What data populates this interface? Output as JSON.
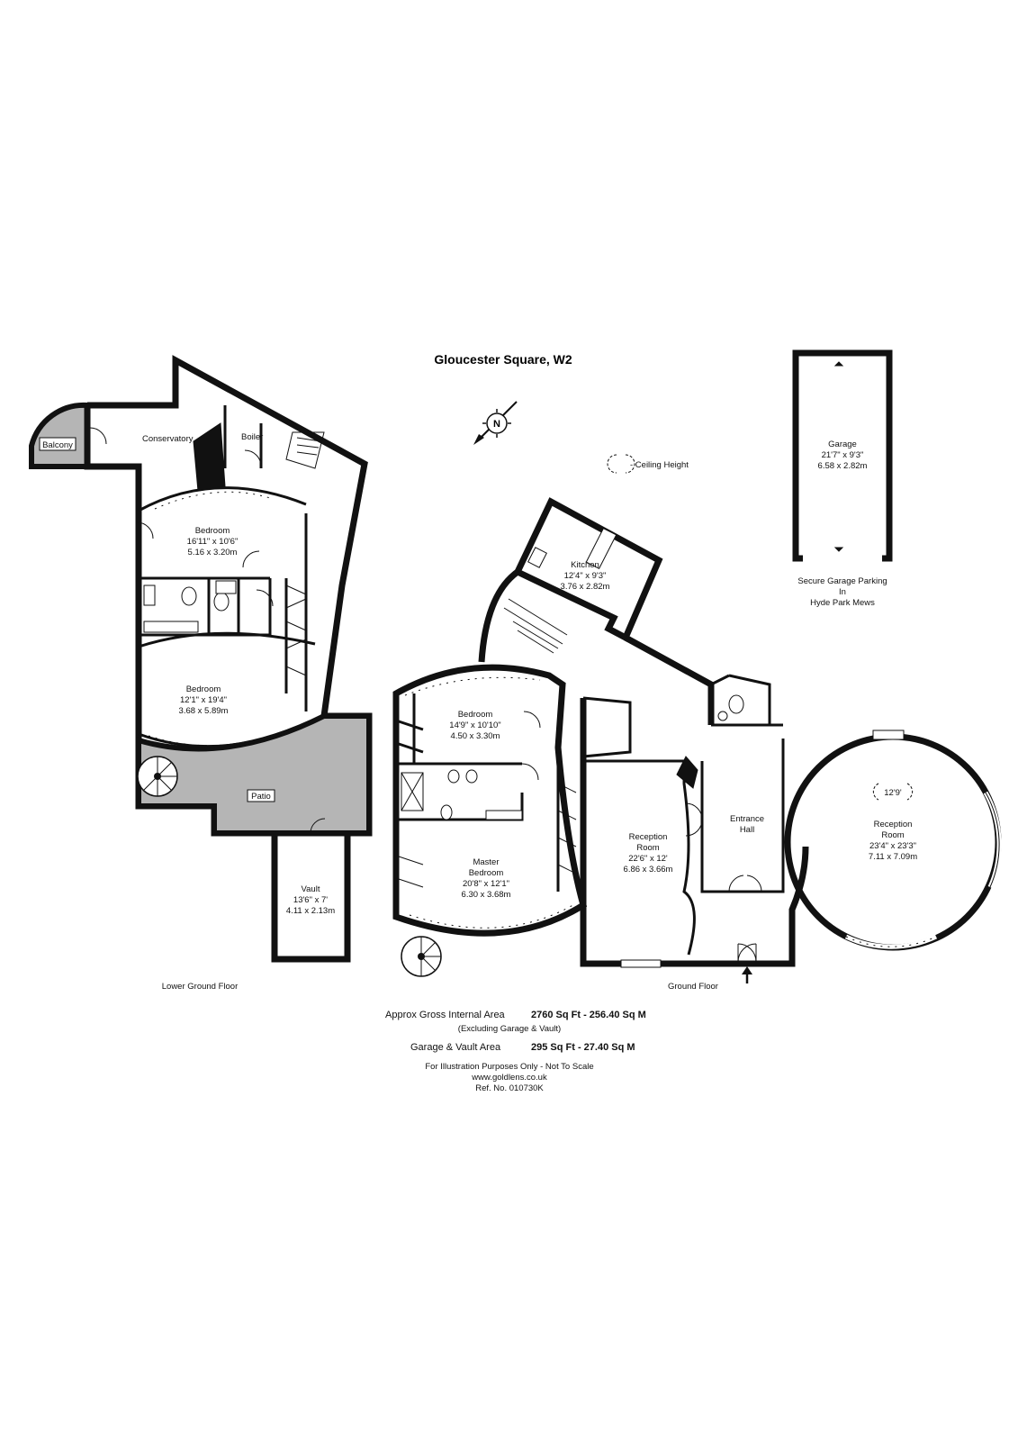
{
  "title": "Gloucester Square, W2",
  "ceiling_legend": "- Ceiling Height",
  "garage": {
    "name": "Garage",
    "dim_imperial": "21'7\" x 9'3\"",
    "dim_metric": "6.58 x 2.82m",
    "caption_1": "Secure Garage Parking",
    "caption_2": "In",
    "caption_3": "Hyde Park Mews"
  },
  "lower_ground": {
    "floor_label": "Lower Ground Floor",
    "balcony": "Balcony",
    "conservatory": "Conservatory",
    "boiler": "Boiler",
    "bedroom_1": {
      "name": "Bedroom",
      "dim_imperial": "16'11\" x 10'6\"",
      "dim_metric": "5.16 x 3.20m"
    },
    "bedroom_2": {
      "name": "Bedroom",
      "dim_imperial": "12'1\" x 19'4\"",
      "dim_metric": "3.68 x 5.89m"
    },
    "patio": "Patio",
    "vault": {
      "name": "Vault",
      "dim_imperial": "13'6\" x 7'",
      "dim_metric": "4.11 x 2.13m"
    }
  },
  "ground": {
    "floor_label": "Ground Floor",
    "kitchen": {
      "name": "Kitchen",
      "dim_imperial": "12'4\" x 9'3\"",
      "dim_metric": "3.76 x 2.82m"
    },
    "bedroom": {
      "name": "Bedroom",
      "dim_imperial": "14'9\" x 10'10\"",
      "dim_metric": "4.50 x 3.30m"
    },
    "master_bedroom": {
      "name_1": "Master",
      "name_2": "Bedroom",
      "dim_imperial": "20'8\" x 12'1\"",
      "dim_metric": "6.30 x 3.68m"
    },
    "reception_1": {
      "name_1": "Reception",
      "name_2": "Room",
      "dim_imperial": "22'6\" x 12'",
      "dim_metric": "6.86 x 3.66m"
    },
    "entrance_hall": {
      "name_1": "Entrance",
      "name_2": "Hall"
    },
    "reception_2": {
      "name_1": "Reception",
      "name_2": "Room",
      "dim_imperial": "23'4\" x 23'3\"",
      "dim_metric": "7.11 x 7.09m",
      "ceiling_height": "12'9'"
    }
  },
  "areas": {
    "gross_label": "Approx Gross Internal Area",
    "gross_value": "2760 Sq Ft  -  256.40 Sq M",
    "gross_note": "(Excluding Garage & Vault)",
    "garage_label": "Garage & Vault Area",
    "garage_value": "295 Sq Ft  -  27.40 Sq M"
  },
  "footer": {
    "disclaimer": "For Illustration Purposes Only - Not To Scale",
    "website": "www.goldlens.co.uk",
    "reference": "Ref. No. 010730K"
  },
  "colors": {
    "wall": "#111111",
    "shaded": "#b5b5b5",
    "background": "#ffffff"
  },
  "icons": {
    "compass": "north-compass-icon",
    "entrance": "entrance-arrow-icon"
  }
}
